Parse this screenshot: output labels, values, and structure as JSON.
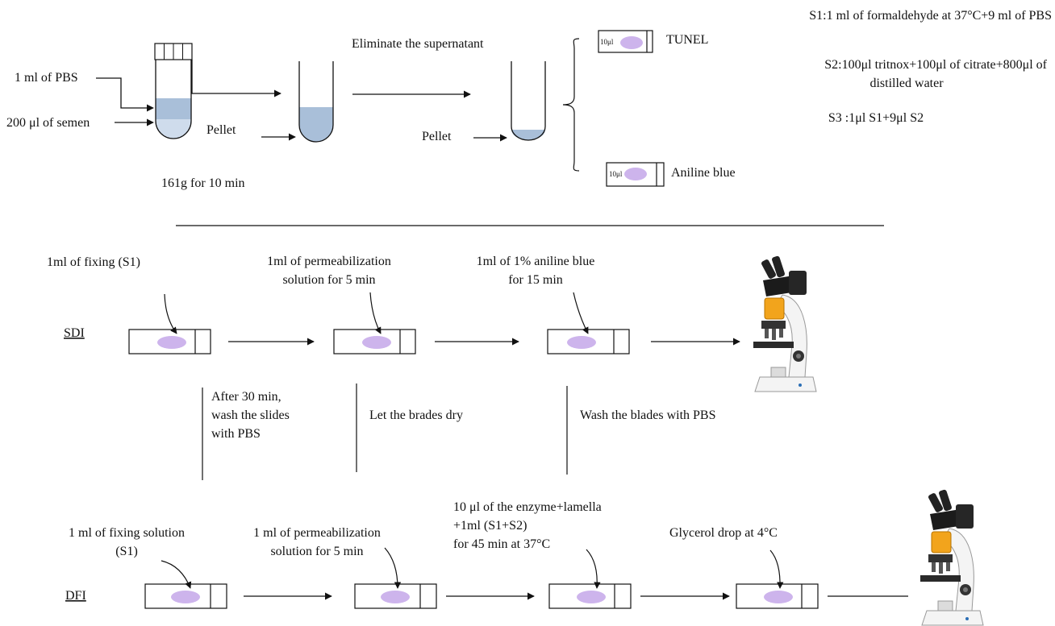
{
  "colors": {
    "liquid": "#a9bfd9",
    "liquid_light": "#cfdcec",
    "sample_drop": "#cdb4ec",
    "stroke": "#111111",
    "microscope_body": "#f4f4f4",
    "microscope_dark": "#222222",
    "microscope_filter": "#f2a41c"
  },
  "top": {
    "label_pbs": "1 ml of PBS",
    "label_semen": "200 μl of semen",
    "label_pellet_1": "Pellet",
    "label_centrifuge": "161g for 10 min",
    "label_eliminate": "Eliminate the supernatant",
    "label_pellet_2": "Pellet",
    "slide_volume": "10μl",
    "label_tunel": "TUNEL",
    "label_aniline": "Aniline blue"
  },
  "solutions": {
    "s1": "S1:1 ml of formaldehyde at 37°C+9 ml of PBS",
    "s2_line1": "S2:100μl tritnox+100μl of citrate+800μl of",
    "s2_line2": "distilled water",
    "s3": "S3 :1μl S1+9μl S2"
  },
  "sdi": {
    "label": "SDI",
    "step1": "1ml of fixing (S1)",
    "step2_line1": "1ml of permeabilization",
    "step2_line2": "solution for 5 min",
    "step3_line1": "1ml of 1% aniline blue",
    "step3_line2": "for 15 min"
  },
  "middle": {
    "note1_line1": "After 30 min,",
    "note1_line2": "wash the slides",
    "note1_line3": "with PBS",
    "note2": "Let the brades dry",
    "note3": "Wash the blades with PBS"
  },
  "dfi": {
    "label": "DFI",
    "step1_line1": "1 ml of fixing solution",
    "step1_line2": "(S1)",
    "step2_line1": "1 ml of permeabilization",
    "step2_line2": "solution for 5 min",
    "step3_line1": "10 μl of the enzyme+lamella",
    "step3_line2": "+1ml (S1+S2)",
    "step3_line3": "for 45 min at 37°C",
    "step4": "Glycerol drop at 4°C"
  }
}
